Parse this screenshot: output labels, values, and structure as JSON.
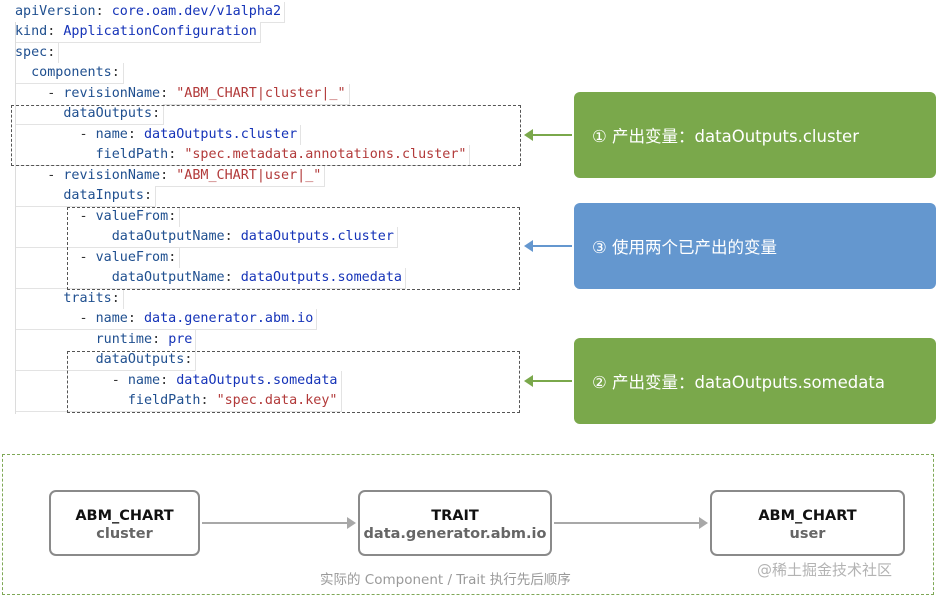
{
  "code_lines": [
    {
      "parts": [
        {
          "t": "apiVersion",
          "c": "k"
        },
        {
          "t": ": ",
          "c": "p"
        },
        {
          "t": "core.oam.dev/v1alpha2",
          "c": "v"
        }
      ]
    },
    {
      "parts": [
        {
          "t": "kind",
          "c": "k"
        },
        {
          "t": ": ",
          "c": "p"
        },
        {
          "t": "ApplicationConfiguration",
          "c": "v"
        }
      ]
    },
    {
      "parts": [
        {
          "t": "spec",
          "c": "k"
        },
        {
          "t": ":",
          "c": "p"
        }
      ]
    },
    {
      "parts": [
        {
          "t": "  components",
          "c": "k"
        },
        {
          "t": ":",
          "c": "p"
        }
      ]
    },
    {
      "parts": [
        {
          "t": "    - ",
          "c": "p"
        },
        {
          "t": "revisionName",
          "c": "k"
        },
        {
          "t": ": ",
          "c": "p"
        },
        {
          "t": "\"ABM_CHART|cluster|_\"",
          "c": "s"
        }
      ]
    },
    {
      "parts": [
        {
          "t": "      dataOutputs",
          "c": "k"
        },
        {
          "t": ":",
          "c": "p"
        }
      ]
    },
    {
      "parts": [
        {
          "t": "        - ",
          "c": "p"
        },
        {
          "t": "name",
          "c": "k"
        },
        {
          "t": ": ",
          "c": "p"
        },
        {
          "t": "dataOutputs.cluster",
          "c": "v"
        }
      ]
    },
    {
      "parts": [
        {
          "t": "          fieldPath",
          "c": "k"
        },
        {
          "t": ": ",
          "c": "p"
        },
        {
          "t": "\"spec.metadata.annotations.cluster\"",
          "c": "s"
        }
      ]
    },
    {
      "parts": [
        {
          "t": "    - ",
          "c": "p"
        },
        {
          "t": "revisionName",
          "c": "k"
        },
        {
          "t": ": ",
          "c": "p"
        },
        {
          "t": "\"ABM_CHART|user|_\"",
          "c": "s"
        }
      ]
    },
    {
      "parts": [
        {
          "t": "      dataInputs",
          "c": "k"
        },
        {
          "t": ":",
          "c": "p"
        }
      ]
    },
    {
      "parts": [
        {
          "t": "        - ",
          "c": "p"
        },
        {
          "t": "valueFrom",
          "c": "k"
        },
        {
          "t": ":",
          "c": "p"
        }
      ]
    },
    {
      "parts": [
        {
          "t": "            dataOutputName",
          "c": "k"
        },
        {
          "t": ": ",
          "c": "p"
        },
        {
          "t": "dataOutputs.cluster",
          "c": "v"
        }
      ]
    },
    {
      "parts": [
        {
          "t": "        - ",
          "c": "p"
        },
        {
          "t": "valueFrom",
          "c": "k"
        },
        {
          "t": ":",
          "c": "p"
        }
      ]
    },
    {
      "parts": [
        {
          "t": "            dataOutputName",
          "c": "k"
        },
        {
          "t": ": ",
          "c": "p"
        },
        {
          "t": "dataOutputs.somedata",
          "c": "v"
        }
      ]
    },
    {
      "parts": [
        {
          "t": "      traits",
          "c": "k"
        },
        {
          "t": ":",
          "c": "p"
        }
      ]
    },
    {
      "parts": [
        {
          "t": "        - ",
          "c": "p"
        },
        {
          "t": "name",
          "c": "k"
        },
        {
          "t": ": ",
          "c": "p"
        },
        {
          "t": "data.generator.abm.io",
          "c": "v"
        }
      ]
    },
    {
      "parts": [
        {
          "t": "          runtime",
          "c": "k"
        },
        {
          "t": ": ",
          "c": "p"
        },
        {
          "t": "pre",
          "c": "v"
        }
      ]
    },
    {
      "parts": [
        {
          "t": "          dataOutputs",
          "c": "k"
        },
        {
          "t": ":",
          "c": "p"
        }
      ]
    },
    {
      "parts": [
        {
          "t": "            - ",
          "c": "p"
        },
        {
          "t": "name",
          "c": "k"
        },
        {
          "t": ": ",
          "c": "p"
        },
        {
          "t": "dataOutputs.somedata",
          "c": "v"
        }
      ]
    },
    {
      "parts": [
        {
          "t": "              fieldPath",
          "c": "k"
        },
        {
          "t": ": ",
          "c": "p"
        },
        {
          "t": "\"spec.data.key\"",
          "c": "s"
        }
      ]
    }
  ],
  "callouts": {
    "c1": "① 产出变量：dataOutputs.cluster",
    "c3": "③ 使用两个已产出的变量",
    "c2": "② 产出变量：dataOutputs.somedata"
  },
  "colors": {
    "green": "#7aa84b",
    "blue": "#6497cf"
  },
  "flow": {
    "nodes": [
      {
        "title": "ABM_CHART",
        "sub": "cluster"
      },
      {
        "title": "TRAIT",
        "sub": "data.generator.abm.io"
      },
      {
        "title": "ABM_CHART",
        "sub": "user"
      }
    ],
    "caption": "实际的 Component / Trait 执行先后顺序"
  },
  "watermark": "@稀土掘金技术社区"
}
